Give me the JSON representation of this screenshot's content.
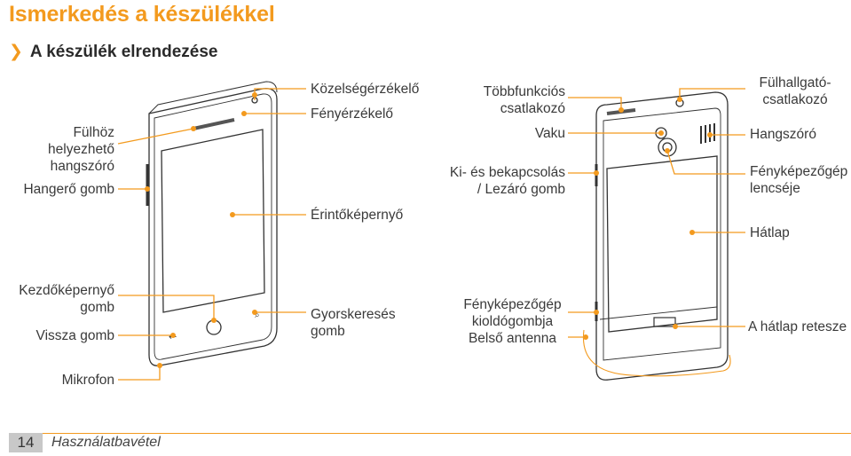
{
  "page_title": "Ismerkedés a készülékkel",
  "section_title": "A készülék elrendezése",
  "section_chevron": "chevron-right-icon",
  "accent_color": "#f39a1e",
  "labels": {
    "fulhoz": [
      "Fülhöz",
      "helyezhető",
      "hangszóró"
    ],
    "hangero": "Hangerő gomb",
    "kozelseg": "Közelségérzékelő",
    "fenyerzekelo": "Fényérzékelő",
    "erinto": "Érintőképernyő",
    "kezdo": [
      "Kezdőképernyő",
      "gomb"
    ],
    "vissza": "Vissza gomb",
    "mikrofon": "Mikrofon",
    "gyors": [
      "Gyorskeresés",
      "gomb"
    ],
    "tobbfunk": [
      "Többfunkciós",
      "csatlakozó"
    ],
    "vaku": "Vaku",
    "kibe": [
      "Ki- és bekapcsolás",
      "/ Lezáró gomb"
    ],
    "kioldo": [
      "Fényképezőgép",
      "kioldógombja"
    ],
    "antenna": "Belső antenna",
    "fulhallgato": [
      "Fülhallgató-",
      "csatlakozó"
    ],
    "hangszoro": "Hangszóró",
    "lencse": [
      "Fényképezőgép",
      "lencséje"
    ],
    "hatlap": "Hátlap",
    "retesz": "A hátlap retesze"
  },
  "footer": {
    "page_number": "14",
    "section": "Használatbavétel"
  }
}
